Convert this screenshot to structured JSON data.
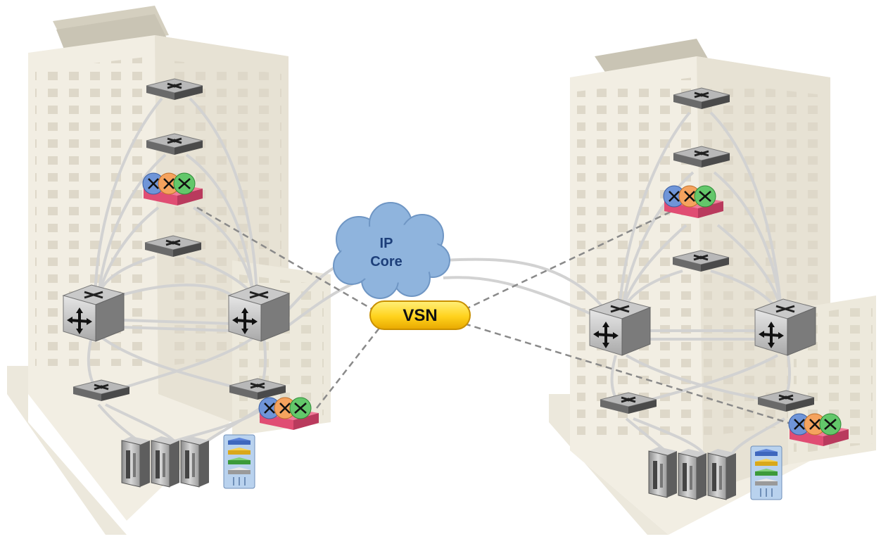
{
  "diagram": {
    "cloud_label": {
      "line1": "IP",
      "line2": "Core"
    },
    "pill_label": "VSN"
  },
  "colors": {
    "building_face": "#f1ede1",
    "building_side": "#e4dfd0",
    "window": "#dcd7c8",
    "cloud_fill": "#8fb4dd",
    "cloud_stroke": "#6f96c4",
    "pill_top": "#ffe45c",
    "pill_bottom": "#f0b400",
    "switch_top": "#9a9a9a",
    "switch_dark": "#555555",
    "router_blue": "#6f95d8",
    "router_orange": "#f5a35e",
    "router_green": "#63c76a",
    "router_base": "#e04d73",
    "link": "#d2d2d2",
    "dashed": "#8a8a8a"
  },
  "icons": [
    "building",
    "access-switch-icon",
    "core-switch-icon",
    "virtual-router-icon",
    "server-icon",
    "storage-icon",
    "cloud-icon"
  ]
}
